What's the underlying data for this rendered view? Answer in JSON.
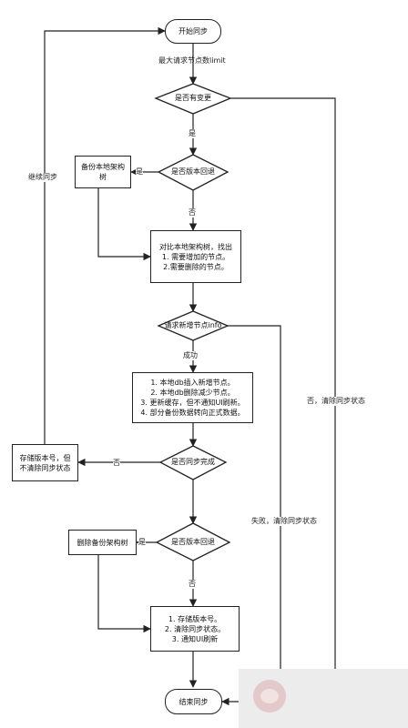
{
  "nodes": {
    "start": "开始同步",
    "max_limit": "最大请求节点数limit",
    "has_changes": "是否有变更",
    "rollback_1": "是否版本回退",
    "backup_tree": "备份本地架构树",
    "compare": [
      "对比本地架构树，找出",
      "1. 需要增加的节点。",
      "2.需要删除的节点。"
    ],
    "request_info": "请求新增节点info",
    "process": [
      "1. 本地db插入新增节点。",
      "2. 本地db删除减少节点。",
      "3. 更新缓存，但不通知UI刷新。",
      "4. 部分备份数据转向正式数据。"
    ],
    "sync_done": "是否同步完成",
    "store_version": [
      "存储版本号，但",
      "不清除同步状态"
    ],
    "rollback_2": "是否版本回退",
    "delete_backup": "删除备份架构树",
    "finalize": [
      "1. 存储版本号。",
      "2. 清除同步状态。",
      "3. 通知UI刷新"
    ],
    "end": "结束同步"
  },
  "labels": {
    "yes_changes": "是",
    "yes_rollback_1": "是",
    "no_rollback_1": "否",
    "success": "成功",
    "no_sync_done": "否",
    "yes_rollback_2": "是",
    "no_rollback_2": "否",
    "continue_sync": "继续同步",
    "no_clear_state": "否，清除同步状态",
    "fail_clear_state": "失败，清除同步状态"
  }
}
